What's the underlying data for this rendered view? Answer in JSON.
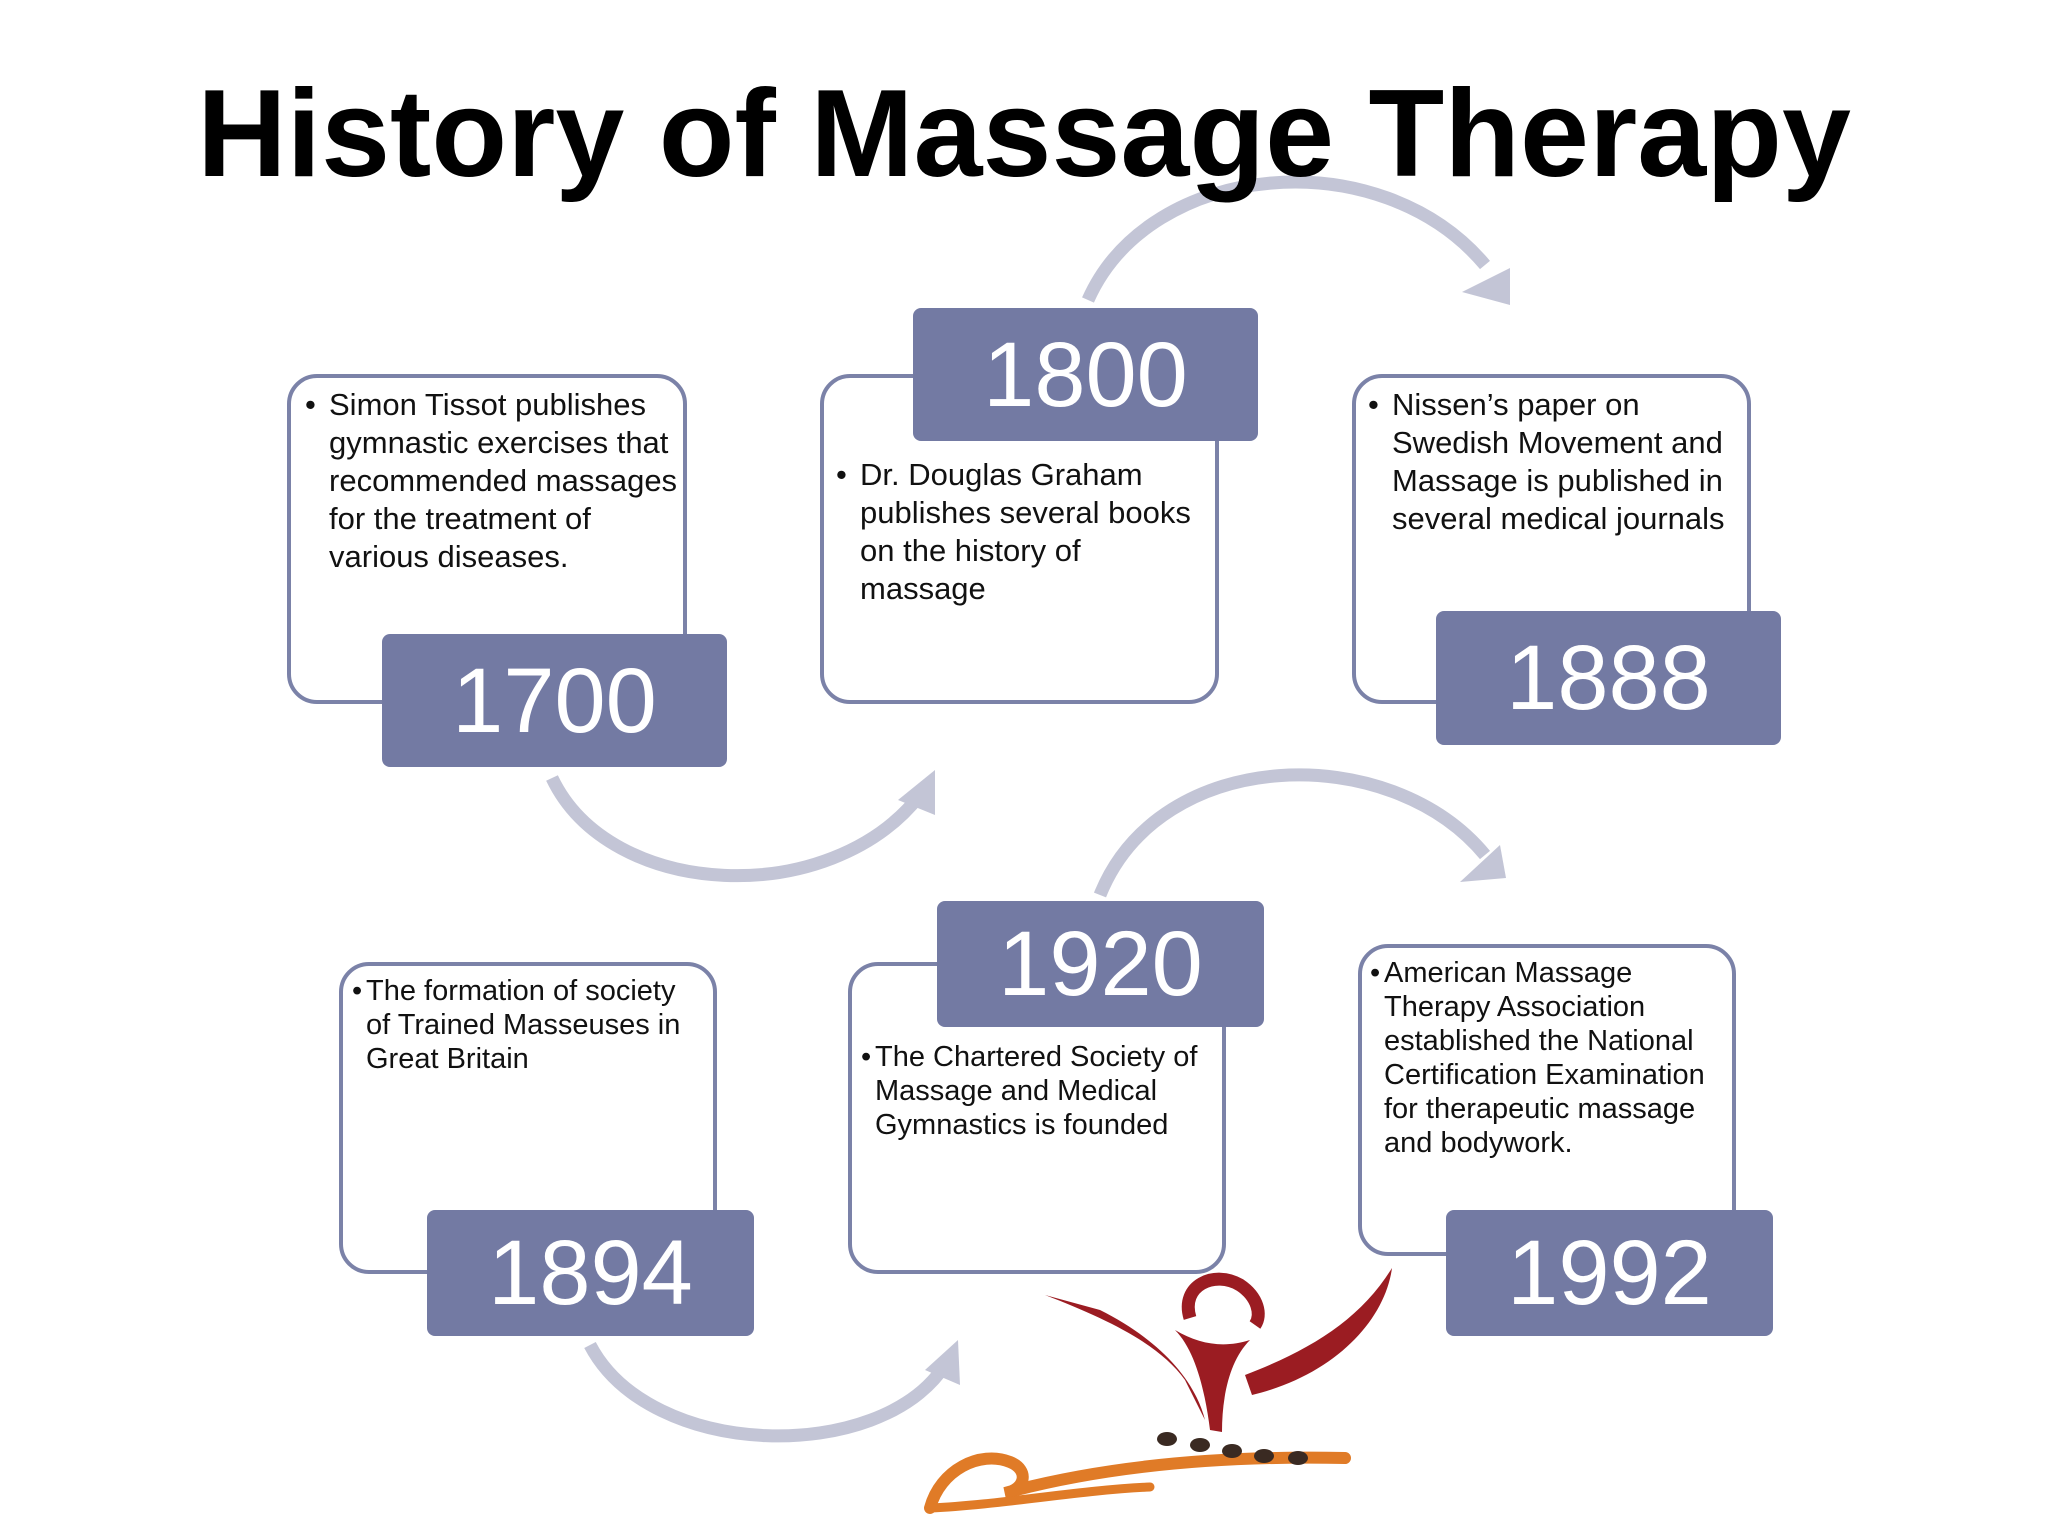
{
  "title": "History of Massage Therapy",
  "colors": {
    "year_fill": "#737aa3",
    "box_border": "#7b82a8",
    "arrow": "#c3c5d6",
    "logo_red": "#9b1c22",
    "logo_orange": "#e07b27",
    "logo_dark": "#3a2a22"
  },
  "events": [
    {
      "year": "1700",
      "bullet": "•",
      "text": "Simon Tissot publishes gymnastic exercises that recommended massages for the treatment of various diseases."
    },
    {
      "year": "1800",
      "bullet": "•",
      "text": "Dr. Douglas Graham publishes several books on the history of massage"
    },
    {
      "year": "1888",
      "bullet": "•",
      "text": "Nissen’s paper on Swedish Movement and Massage is published in several medical journals"
    },
    {
      "year": "1894",
      "bullet": "•",
      "text": "The formation of society of Trained Masseuses in Great Britain"
    },
    {
      "year": "1920",
      "bullet": "•",
      "text": "The Chartered Society of Massage and Medical Gymnastics is founded"
    },
    {
      "year": "1992",
      "bullet": "•",
      "text": "American Massage Therapy Association established the National Certification Examination for therapeutic massage and bodywork."
    }
  ],
  "logo": {
    "icon": "massage-figure-logo"
  }
}
